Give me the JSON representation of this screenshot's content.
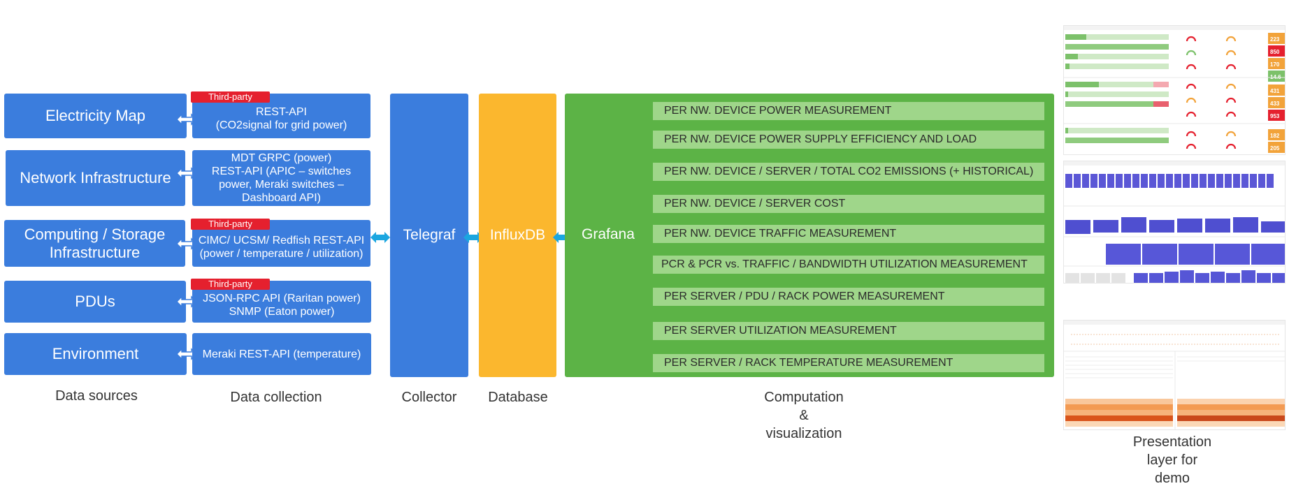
{
  "sources": [
    {
      "label": "Electricity Map",
      "method": "REST-API\n(CO2signal for grid power)",
      "third_party": true
    },
    {
      "label": "Network Infrastructure",
      "method": "MDT GRPC (power)\nREST-API (APIC – switches power, Meraki switches – Dashboard API)",
      "third_party": false
    },
    {
      "label": "Computing / Storage Infrastructure",
      "method": "CIMC/ UCSM/ Redfish REST-API (power / temperature / utilization)",
      "third_party": true
    },
    {
      "label": "PDUs",
      "method": "JSON-RPC API (Raritan power)\nSNMP (Eaton power)",
      "third_party": true
    },
    {
      "label": "Environment",
      "method": "Meraki REST-API (temperature)",
      "third_party": false
    }
  ],
  "third_party_label": "Third-party",
  "stages": {
    "collector": "Telegraf",
    "database": "InfluxDB",
    "visualization": "Grafana"
  },
  "measurements": [
    "PER NW. DEVICE POWER MEASUREMENT",
    "PER NW. DEVICE POWER SUPPLY EFFICIENCY AND LOAD",
    "PER NW. DEVICE / SERVER / TOTAL CO2 EMISSIONS (+ HISTORICAL)",
    "PER NW. DEVICE / SERVER COST",
    "PER NW. DEVICE TRAFFIC MEASUREMENT",
    "PCR & PCR vs. TRAFFIC / BANDWIDTH UTILIZATION MEASUREMENT",
    "PER SERVER / PDU / RACK POWER MEASUREMENT",
    "PER SERVER UTILIZATION MEASUREMENT",
    "PER SERVER / RACK TEMPERATURE MEASUREMENT"
  ],
  "captions": {
    "data_sources": "Data sources",
    "data_collection": "Data collection",
    "collector": "Collector",
    "database": "Database",
    "computation": "Computation\n&\nvisualization",
    "presentation": "Presentation\nlayer for\ndemo"
  },
  "thumbnail_values": [
    "223",
    "850",
    "170",
    "14.6",
    "431",
    "433",
    "953",
    "182",
    "205"
  ],
  "colors": {
    "blue": "#3b7ddd",
    "orange": "#fbb72e",
    "green": "#5cb346",
    "light_green": "#9fd68a",
    "arrow": "#1ba6e0",
    "tag_red": "#e5202e"
  }
}
